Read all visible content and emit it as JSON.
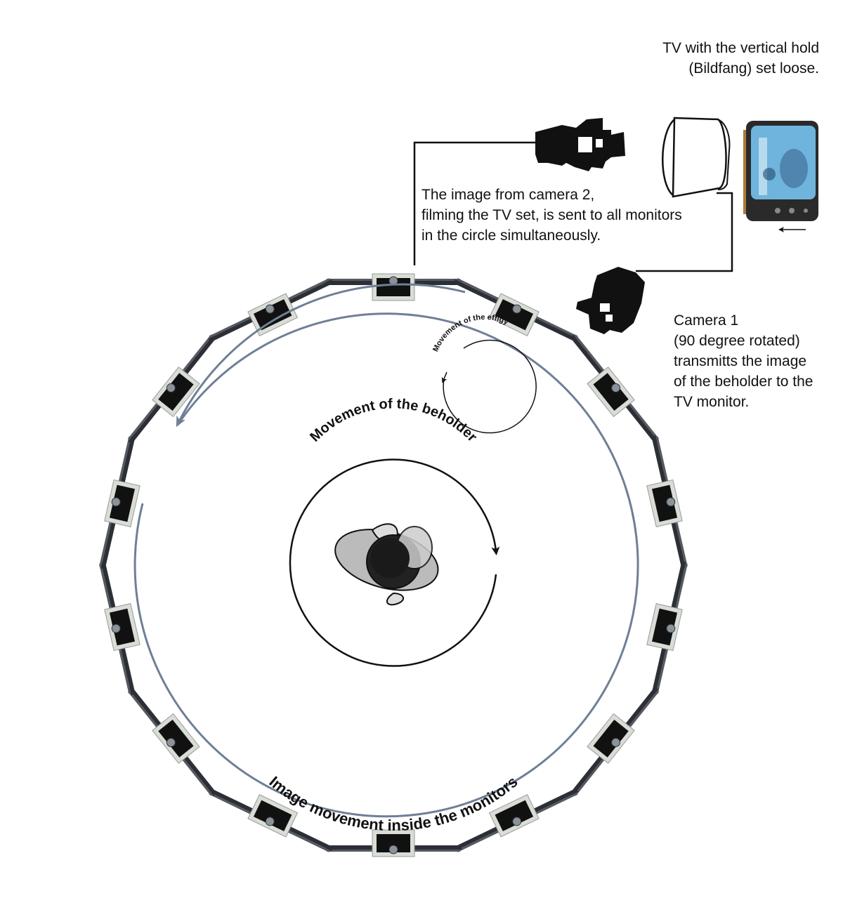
{
  "labels": {
    "tv_line1": "TV with the vertical hold",
    "tv_line2": "(Bildfang) set loose.",
    "cam2_line1": "The image from camera 2,",
    "cam2_line2": "filming the TV set, is sent to all monitors",
    "cam2_line3": "in the circle simultaneously.",
    "cam1_line1": "Camera 1",
    "cam1_line2": "(90 degree rotated)",
    "cam1_line3": "transmitts the image",
    "cam1_line4": "of the beholder to the",
    "cam1_line5": "TV monitor.",
    "effigy_movement": "Movement of the effigy",
    "beholder_movement": "Movement of the beholder",
    "image_movement": "Image movement inside the monitors"
  },
  "icons": {
    "camera_2": "video-camera-icon",
    "camera_1": "video-camera-icon",
    "tv_outline": "television-outline-icon",
    "tv_photo": "television-icon",
    "monitor": "monitor-icon",
    "effigy": "effigy-figure-icon"
  },
  "colors": {
    "ring_arrow": "#6f7f95",
    "ink": "#111111",
    "tv_screen": "#6fb4dc",
    "tv_body": "#2a2a2a",
    "monitor_frame": "#d8ddd6"
  },
  "monitor_count": 14
}
